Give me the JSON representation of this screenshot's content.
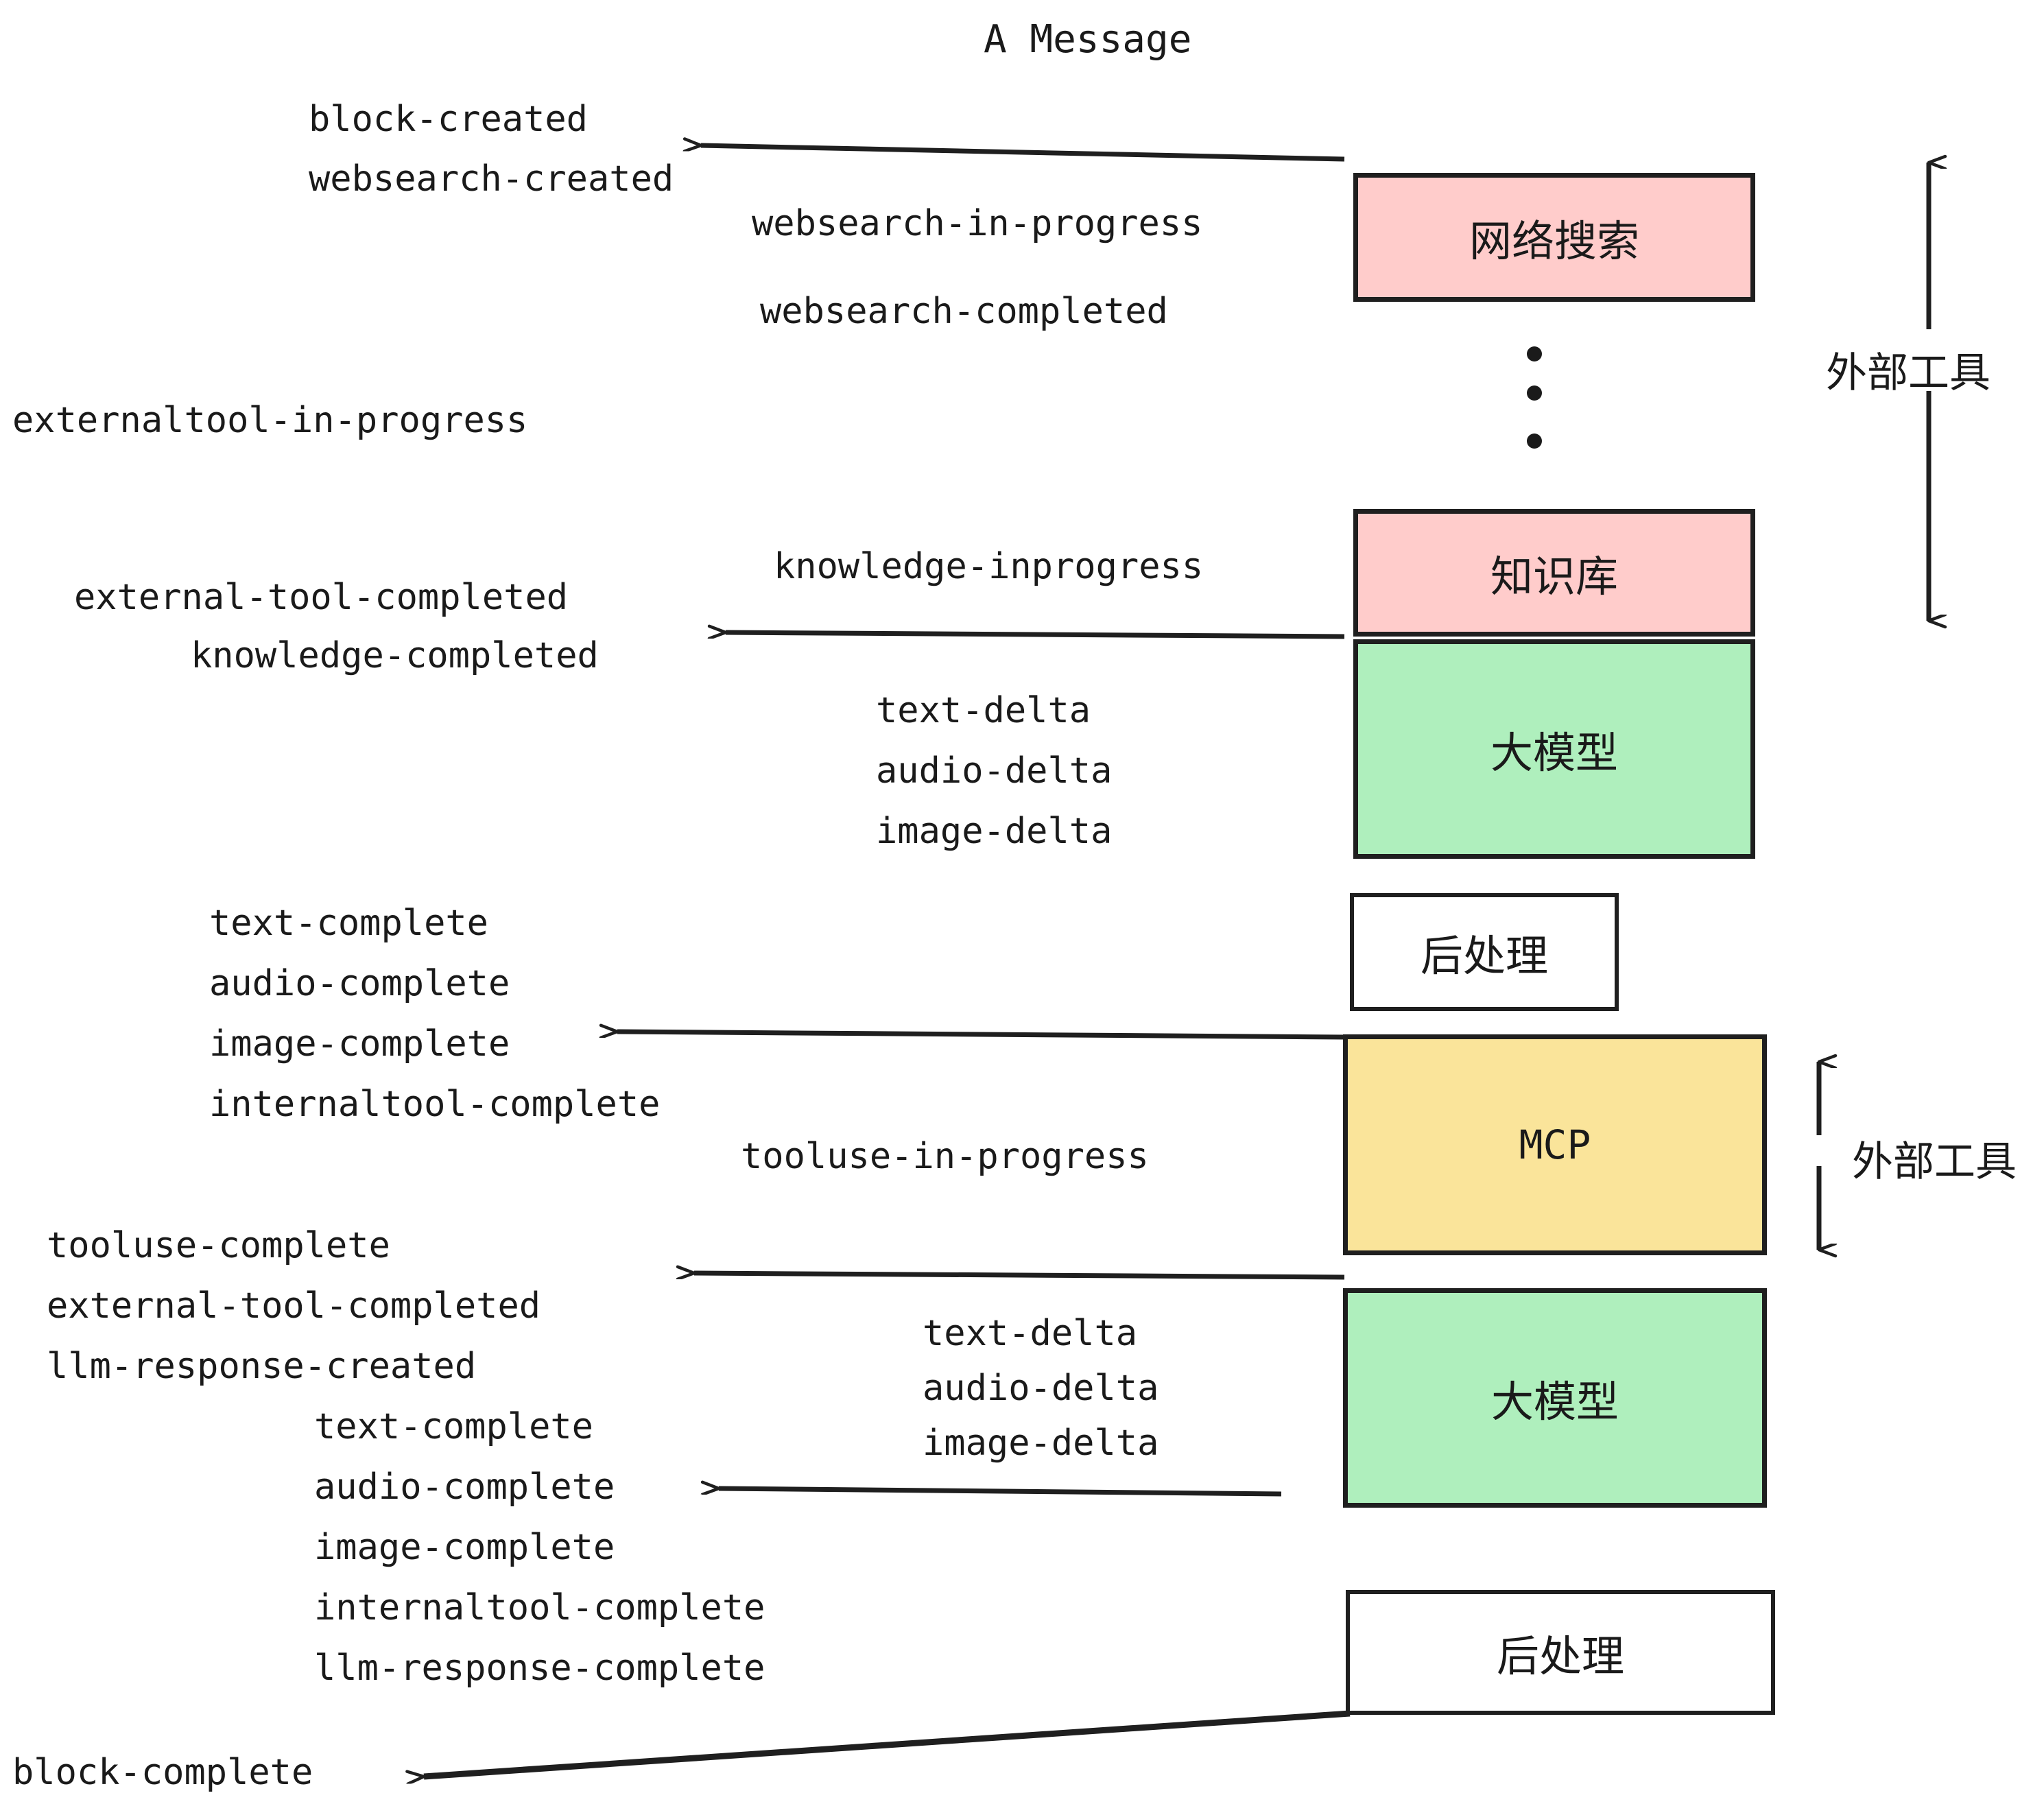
{
  "title": "A Message",
  "colors": {
    "websearch_box": "#FFCCCB",
    "knowledge_box": "#FFCCCB",
    "llm_box": "#AFEFBD",
    "postprocess_box": "#FFFFFF",
    "mcp_box": "#FAE49A",
    "stroke": "#1F1F1F",
    "text": "#1A1A1A",
    "background": "#FFFFFF"
  },
  "boxes": {
    "websearch": "网络搜索",
    "knowledge": "知识库",
    "llm_first": "大模型",
    "postprocess_first": "后处理",
    "mcp": "MCP",
    "llm_second": "大模型",
    "postprocess_second": "后处理"
  },
  "annotations": {
    "external_tool_top": "外部工具",
    "external_tool_bottom": "外部工具"
  },
  "events": {
    "block_created": "block-created",
    "websearch_created": "websearch-created",
    "websearch_in_progress": "websearch-in-progress",
    "websearch_completed": "websearch-completed",
    "externaltool_in_progress": "externaltool-in-progress",
    "knowledge_inprogress": "knowledge-inprogress",
    "external_tool_completed_1": "external-tool-completed",
    "knowledge_completed": "knowledge-completed",
    "text_delta_1": "text-delta",
    "audio_delta_1": "audio-delta",
    "image_delta_1": "image-delta",
    "text_complete_1": "text-complete",
    "audio_complete_1": "audio-complete",
    "image_complete_1": "image-complete",
    "internaltool_complete_1": "internaltool-complete",
    "tooluse_in_progress": "tooluse-in-progress",
    "tooluse_complete": "tooluse-complete",
    "external_tool_completed_2": "external-tool-completed",
    "llm_response_created": "llm-response-created",
    "text_delta_2": "text-delta",
    "audio_delta_2": "audio-delta",
    "image_delta_2": "image-delta",
    "text_complete_2": "text-complete",
    "audio_complete_2": "audio-complete",
    "image_complete_2": "image-complete",
    "internaltool_complete_2": "internaltool-complete",
    "llm_response_complete": "llm-response-complete",
    "block_complete": "block-complete"
  }
}
